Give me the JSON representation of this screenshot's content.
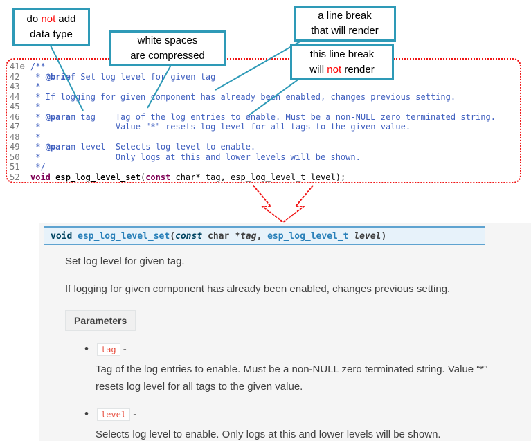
{
  "callouts": [
    {
      "name": "no-data-type",
      "lines": [
        [
          {
            "t": "do "
          },
          {
            "t": "not",
            "red": true
          },
          {
            "t": " add"
          }
        ],
        [
          {
            "t": "data type"
          }
        ]
      ]
    },
    {
      "name": "whitespace-compressed",
      "lines": [
        [
          {
            "t": "white spaces"
          }
        ],
        [
          {
            "t": "are  compressed"
          }
        ]
      ]
    },
    {
      "name": "line-break-renders",
      "lines": [
        [
          {
            "t": "a line break"
          }
        ],
        [
          {
            "t": "that will render"
          }
        ]
      ]
    },
    {
      "name": "line-break-not-renders",
      "lines": [
        [
          {
            "t": "this line break"
          }
        ],
        [
          {
            "t": "will "
          },
          {
            "t": "not",
            "red": true
          },
          {
            "t": " render"
          }
        ]
      ]
    }
  ],
  "editor": {
    "lines": [
      {
        "n": "41",
        "fold": "⊖",
        "parts": [
          {
            "t": "/**",
            "c": "cm"
          }
        ]
      },
      {
        "n": "42",
        "parts": [
          {
            "t": " * ",
            "c": "cm"
          },
          {
            "t": "@brief",
            "c": "tag"
          },
          {
            "t": " Set log level for given tag",
            "c": "cm"
          }
        ]
      },
      {
        "n": "43",
        "parts": [
          {
            "t": " *",
            "c": "cm"
          }
        ]
      },
      {
        "n": "44",
        "parts": [
          {
            "t": " * If logging for given component has already been enabled, changes previous setting.",
            "c": "cm"
          }
        ]
      },
      {
        "n": "45",
        "parts": [
          {
            "t": " *",
            "c": "cm"
          }
        ]
      },
      {
        "n": "46",
        "parts": [
          {
            "t": " * ",
            "c": "cm"
          },
          {
            "t": "@param",
            "c": "tag"
          },
          {
            "t": " tag    Tag of the log entries to enable. Must be a non-NULL zero terminated string.",
            "c": "cm"
          }
        ]
      },
      {
        "n": "47",
        "parts": [
          {
            "t": " *               Value \"*\" resets log level for all tags to the given value.",
            "c": "cm"
          }
        ]
      },
      {
        "n": "48",
        "parts": [
          {
            "t": " *",
            "c": "cm"
          }
        ]
      },
      {
        "n": "49",
        "parts": [
          {
            "t": " * ",
            "c": "cm"
          },
          {
            "t": "@param",
            "c": "tag"
          },
          {
            "t": " level  Selects log level to enable.",
            "c": "cm"
          }
        ]
      },
      {
        "n": "50",
        "parts": [
          {
            "t": " *               Only logs at this and lower levels will be shown.",
            "c": "cm"
          }
        ]
      },
      {
        "n": "51",
        "parts": [
          {
            "t": " */",
            "c": "cm"
          }
        ]
      },
      {
        "n": "52",
        "parts": [
          {
            "t": "void",
            "c": "kw"
          },
          {
            "t": " ",
            "c": "pl"
          },
          {
            "t": "esp_log_level_set",
            "c": "fn"
          },
          {
            "t": "(",
            "c": "pl"
          },
          {
            "t": "const",
            "c": "kw"
          },
          {
            "t": " char* tag, esp_log_level_t level);",
            "c": "pl"
          }
        ]
      }
    ]
  },
  "doc": {
    "signature": [
      {
        "t": "void ",
        "c": "kw"
      },
      {
        "t": "esp_log_level_set",
        "c": "name"
      },
      {
        "t": "(",
        "c": "pl"
      },
      {
        "t": "const",
        "c": "kwi"
      },
      {
        "t": "  char *",
        "c": "pl"
      },
      {
        "t": "tag",
        "c": "arg"
      },
      {
        "t": ", ",
        "c": "pl"
      },
      {
        "t": "esp_log_level_t",
        "c": "type"
      },
      {
        "t": " ",
        "c": "pl"
      },
      {
        "t": "level",
        "c": "arg"
      },
      {
        "t": ")",
        "c": "pl"
      }
    ],
    "paragraphs": {
      "brief": "Set log level for given tag.",
      "detail": "If logging for given component has already been enabled, changes previous setting."
    },
    "parameters_label": "Parameters",
    "params": [
      {
        "name": "tag",
        "dash": "-",
        "desc": "Tag of the log entries to enable. Must be a non-NULL zero terminated string. Value “*” resets log level for all tags to the given value."
      },
      {
        "name": "level",
        "dash": "-",
        "desc": "Selects log level to enable. Only logs at this and lower levels will be shown."
      }
    ]
  },
  "colors": {
    "callout_border": "#2e9ab7",
    "annotation_red": "#ff0000",
    "connector_blue": "#2e9ab7",
    "dotted_red": "#f01414",
    "code_comment": "#3f5fbf",
    "code_keyword": "#7f0055",
    "code_plain": "#000000",
    "line_number": "#787878",
    "panel_bg": "#f5f5f5",
    "sig_bg": "#e7f2fa",
    "sig_border": "#5fa3d0",
    "sig_keyword": "#004461",
    "sig_name": "#2980b9",
    "sig_type": "#2980b9",
    "body_text": "#404040",
    "param_code_red": "#e74c3c",
    "params_box_bg": "#f0f0f0",
    "params_box_border": "#e1e4e5"
  }
}
